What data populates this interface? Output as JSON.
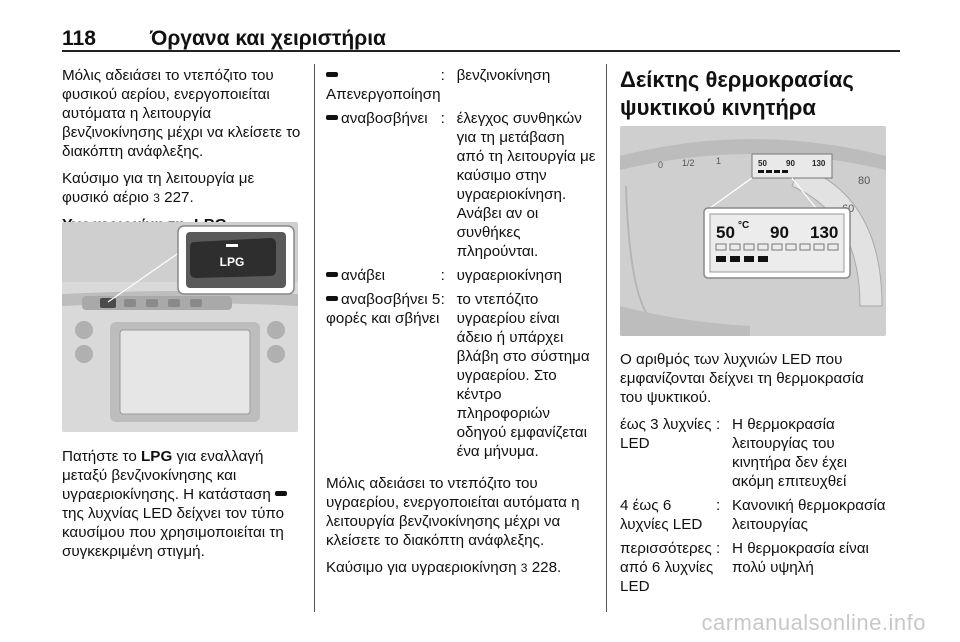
{
  "header": {
    "page_number": "118",
    "title": "Όργανα και χειριστήρια"
  },
  "col1": {
    "p1": "Μόλις αδειάσει το ντεπόζιτο του φυσικού αερίου, ενεργοποιείται αυτόματα η λειτουργία βενζινοκίνησης μέχρι να κλείσετε το διακόπτη ανάφλεξης.",
    "p2_text": "Καύσιμο για τη λειτουργία με φυσικό αέριο",
    "p2_ref": "227.",
    "heading": "Υγραεριοκίνηση, LPG",
    "figure_button_label": "LPG",
    "p3_a": "Πατήστε το",
    "p3_kw": "LPG",
    "p3_b": "για εναλλαγή μεταξύ βενζινοκίνησης και υγραεριοκίνησης. Η κατάσταση",
    "p3_c": "της λυχνίας LED δείχνει τον τύπο καυσίμου που χρησιμοποιείται τη συγκεκριμένη στιγμή."
  },
  "col2": {
    "rows": [
      {
        "key": "Απενεργοποίηση",
        "value": "βενζινοκίνηση"
      },
      {
        "key": "αναβοσβήνει",
        "value": "έλεγχος συνθηκών για τη μετάβαση από τη λειτουργία με καύσιμο στην υγραεριοκίνηση. Ανάβει αν οι συνθήκες πληρούνται."
      },
      {
        "key": "ανάβει",
        "value": "υγραεριοκίνηση"
      },
      {
        "key": "αναβοσβήνει 5 φορές και σβήνει",
        "value": "το ντεπόζιτο υγραερίου είναι άδειο ή υπάρχει βλάβη στο σύστημα υγραερίου. Στο κέντρο πληροφοριών οδηγού εμφανίζεται ένα μήνυμα."
      }
    ],
    "p1": "Μόλις αδειάσει το ντεπόζιτο του υγραερίου, ενεργοποιείται αυτόματα η λειτουργία βενζινοκίνησης μέχρι να κλείσετε το διακόπτη ανάφλεξης.",
    "p2_text": "Καύσιμο για υγραεριοκίνηση",
    "p2_ref": "228."
  },
  "col3": {
    "heading": "Δείκτης θερμοκρασίας ψυκτικού κινητήρα",
    "gauge": {
      "scale_labels": [
        "0",
        "1/2",
        "1",
        "50",
        "90",
        "130"
      ],
      "zoom_labels": [
        "50",
        "90",
        "130"
      ],
      "unit": "°C",
      "dial_labels": [
        "60",
        "80"
      ]
    },
    "p1": "Ο αριθμός των λυχνιών LED που εμφανίζονται δείχνει τη θερμοκρασία του ψυκτικού.",
    "rows": [
      {
        "key": "έως 3 λυχνίες LED",
        "value": "Η θερμοκρασία λειτουργίας του κινητήρα δεν έχει ακόμη επιτευχθεί"
      },
      {
        "key": "4 έως 6 λυχνίες LED",
        "value": "Κανονική θερμοκρασία λειτουργίας"
      },
      {
        "key": "περισσότερες από 6 λυχνίες LED",
        "value": "Η θερμοκρασία είναι πολύ υψηλή"
      }
    ]
  },
  "icons": {
    "ref_arrow": "3",
    "colon": ":"
  },
  "watermark": "carmanualsonline.info",
  "colors": {
    "figure_bg": "#cfcfcf",
    "dark_panel": "#3a3a3a",
    "led": "#111111"
  }
}
